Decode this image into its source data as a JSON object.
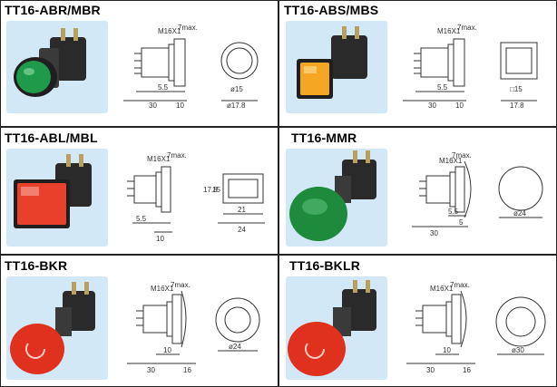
{
  "products": [
    {
      "id": "abr",
      "title": "TT16-ABR/MBR",
      "cap_color": "#1f9a4a",
      "dims": {
        "thread": "M16X1",
        "max": "7max.",
        "d1": "5.5",
        "d2": "30",
        "d3": "10",
        "face1": "ø15",
        "face2": "ø17.8"
      }
    },
    {
      "id": "abs",
      "title": "TT16-ABS/MBS",
      "cap_color": "#f5a623",
      "dims": {
        "thread": "M16X1",
        "max": "7max.",
        "d1": "5.5",
        "d2": "30",
        "d3": "10",
        "face1": "□15",
        "face2": "17.8"
      }
    },
    {
      "id": "abl",
      "title": "TT16-ABL/MBL",
      "cap_color": "#e8402a",
      "dims": {
        "thread": "M16X1",
        "max": "7max.",
        "d1": "5.5",
        "d2": "10",
        "side1": "17.8",
        "side2": "15",
        "w1": "21",
        "w2": "24"
      }
    },
    {
      "id": "mmr",
      "title": "TT16-MMR",
      "cap_color": "#1d8a3c",
      "dims": {
        "thread": "M16X1",
        "max": "7max.",
        "d1": "5.5",
        "d2": "30",
        "d3": "5",
        "face1": "ø24"
      }
    },
    {
      "id": "bkr",
      "title": "TT16-BKR",
      "cap_color": "#e0301e",
      "dims": {
        "thread": "M16X1",
        "max": "7max.",
        "d1": "10",
        "d2": "30",
        "d3": "16",
        "face1": "ø24"
      }
    },
    {
      "id": "bklr",
      "title": "TT16-BKLR",
      "cap_color": "#e0301e",
      "dims": {
        "thread": "M16X1",
        "max": "7max.",
        "d1": "10",
        "d2": "30",
        "d3": "16",
        "face1": "ø30"
      }
    }
  ],
  "colors": {
    "frame": "#222222",
    "photo_bg": "#cfe6f5",
    "line": "#333333"
  }
}
